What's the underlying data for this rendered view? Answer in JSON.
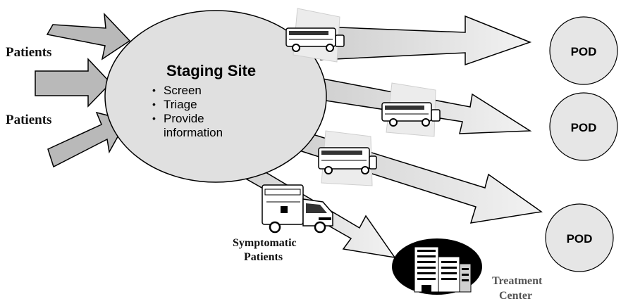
{
  "title": "Staging Site",
  "bullets": [
    "Screen",
    "Triage",
    "Provide",
    "information"
  ],
  "inputs": [
    "Patients",
    "Patients"
  ],
  "pods": [
    "POD",
    "POD",
    "POD"
  ],
  "symptomatic": [
    "Symptomatic",
    "Patients"
  ],
  "treatment": [
    "Treatment",
    "Center"
  ],
  "colors": {
    "arrow_fill": "#b9b9b9",
    "arrow_fill_light": "#e2e2e2",
    "ellipse_fill": "#e0e0e0",
    "pod_fill": "#e6e6e6",
    "stroke": "#000000",
    "text_dark": "#111111",
    "text_gray": "#555555"
  },
  "icons": [
    "bus-icon",
    "bus-icon",
    "bus-icon",
    "ambulance-icon",
    "hospital-building-icon"
  ]
}
